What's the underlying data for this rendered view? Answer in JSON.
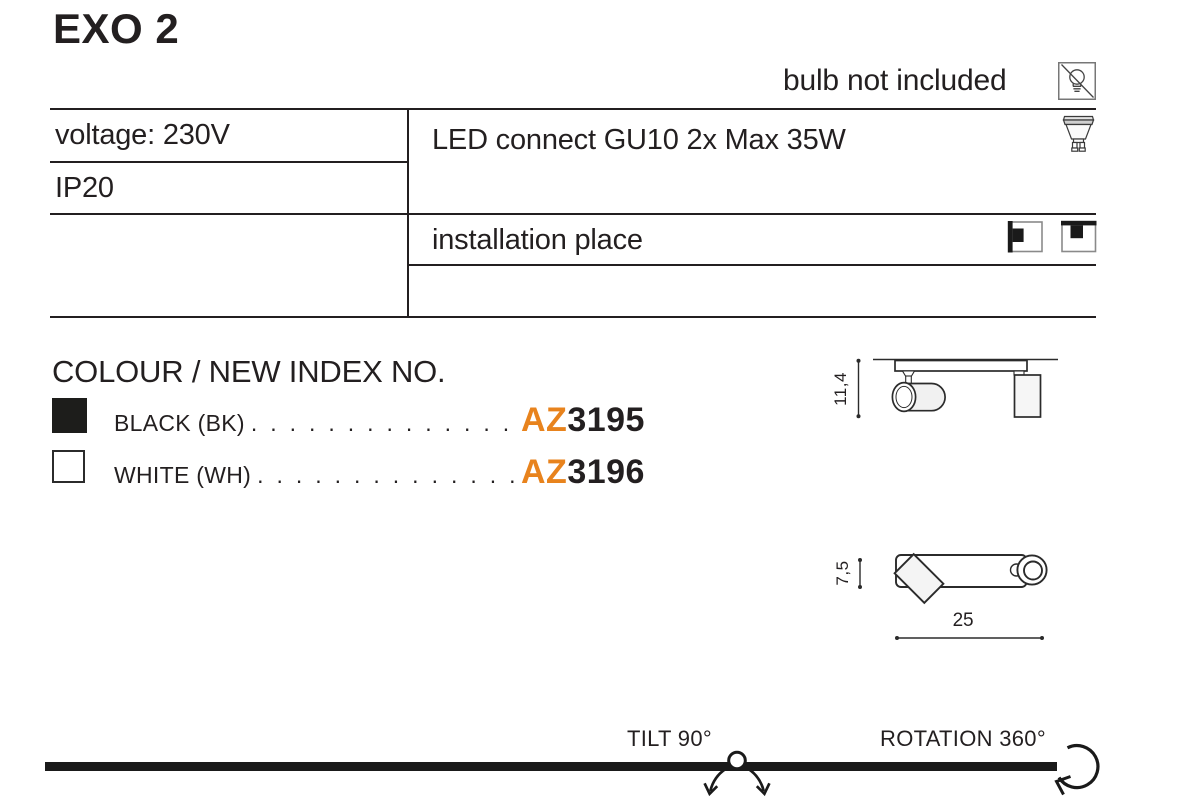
{
  "colors": {
    "text": "#231f20",
    "accent_orange": "#E8831D",
    "drawing_stroke": "#2b2b2b",
    "footer_bar": "#1a1a1a",
    "icon_border": "#8a8a8a"
  },
  "header": {
    "title": "EXO 2",
    "bulb_note": "bulb not included",
    "bulb_icon": "no-bulb-icon"
  },
  "spec_table": {
    "voltage": "voltage: 230V",
    "ip_rating": "IP20",
    "lamp": "LED connect GU10 2x Max 35W",
    "lamp_icon": "gu10-bulb-icon",
    "installation": "installation place",
    "installation_icons": [
      "wall-mount-icon",
      "ceiling-mount-icon"
    ]
  },
  "colour_section": {
    "heading": "COLOUR / NEW INDEX NO.",
    "rows": [
      {
        "label": "BLACK (BK)",
        "dots": ". . . . . . . . . . . . . . .",
        "code_prefix": "AZ",
        "code_number": "3195",
        "swatch_color": "#1d1d1b"
      },
      {
        "label": "WHITE (WH)",
        "dots": ". . . . . . . . . . . . . .",
        "code_prefix": "AZ",
        "code_number": "3196",
        "swatch_color": "#ffffff"
      }
    ]
  },
  "drawings": {
    "front_view": {
      "height_dim": "11,4"
    },
    "top_view": {
      "height_dim": "7,5",
      "width_dim": "25"
    }
  },
  "footer": {
    "tilt_label": "TILT 90°",
    "rotation_label": "ROTATION 360°"
  }
}
